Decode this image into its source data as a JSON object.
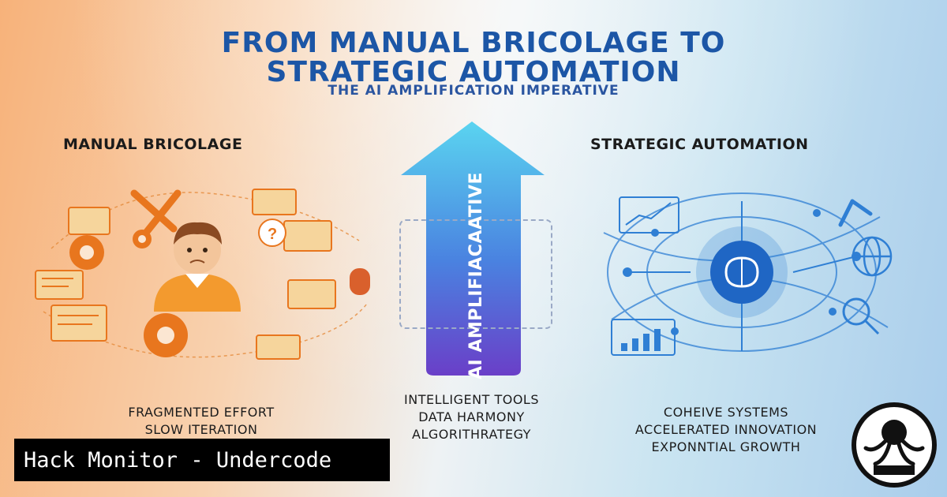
{
  "header": {
    "title_line1": "FROM MANUAL BRICOLAGE TO",
    "title_line2": "STRATEGIC AUTOMATION",
    "subtitle": "THE AI AMPLIFICATION IMPERATIVE"
  },
  "left": {
    "heading": "MANUAL BRICOLAGE",
    "items": [
      "FRAGMENTED EFFORT",
      "SLOW ITERATION"
    ]
  },
  "center": {
    "arrow_label": "AI AMPLIFIACAATIVE",
    "items": [
      "INTELLIGENT TOOLS",
      "DATA HARMONY",
      "ALGORITHRATEGY"
    ]
  },
  "right": {
    "heading": "STRATEGIC AUTOMATION",
    "items": [
      "COHEIVE SYSTEMS",
      "ACCELERATED INNOVATION",
      "EXPONNTIAL GROWTH"
    ]
  },
  "brand": {
    "label": "Hack Monitor - Undercode"
  },
  "colors": {
    "title": "#1c56a6",
    "accent_orange": "#e8761e",
    "accent_blue": "#2f7fd4",
    "arrow_top": "#5ad4f0",
    "arrow_bottom": "#6a3fc8"
  },
  "icons": [
    "person-icon",
    "gear-icon",
    "wrench-icon",
    "question-icon",
    "brain-icon",
    "globe-icon",
    "robot-arm-icon",
    "magnifier-icon",
    "chart-icon",
    "octopus-logo"
  ]
}
